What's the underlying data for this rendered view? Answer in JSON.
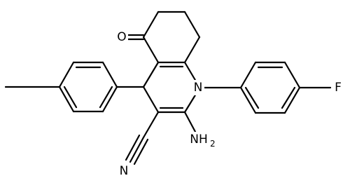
{
  "structure": {
    "atoms": {
      "oxygen": "O",
      "nitrogen_ring": "N",
      "fluorine": "F",
      "amino": "NH",
      "amino_subscript": "2",
      "nitrile_nitrogen": "N"
    },
    "colors": {
      "bond": "#000000",
      "text": "#000000",
      "background": "#ffffff"
    }
  }
}
